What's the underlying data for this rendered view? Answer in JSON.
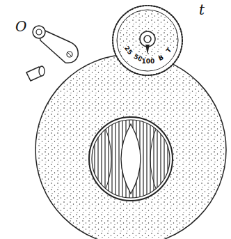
{
  "diagram": {
    "labels": [
      "O",
      "t",
      "25",
      "50",
      "100",
      "В",
      "Т"
    ]
  }
}
